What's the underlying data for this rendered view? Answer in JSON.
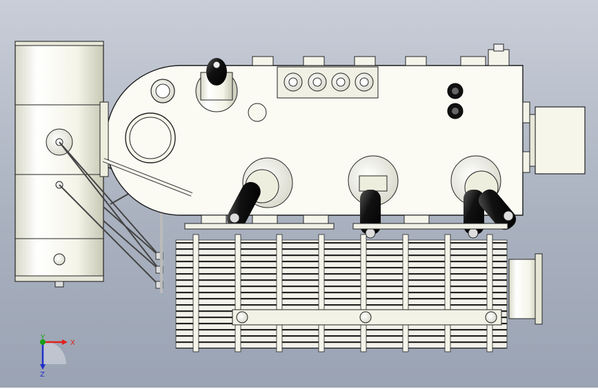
{
  "viewport": {
    "title": "",
    "background_top": "#c9ced8",
    "background_bottom": "#9aa3b3"
  },
  "triad": {
    "x_label": "X",
    "y_label": "Y",
    "z_label": "Z",
    "x_color": "#e0201a",
    "y_color": "#18a018",
    "z_color": "#2030c8"
  },
  "model": {
    "name": "transformer-assembly-top-view",
    "body_color": "#fbfbf4",
    "outline_color": "#1a1a1a",
    "bushing_insulator_color": "#1a1a1a",
    "radiator_fin_color": "#2a2a2a",
    "conservator_color": "#f3f3e6"
  }
}
